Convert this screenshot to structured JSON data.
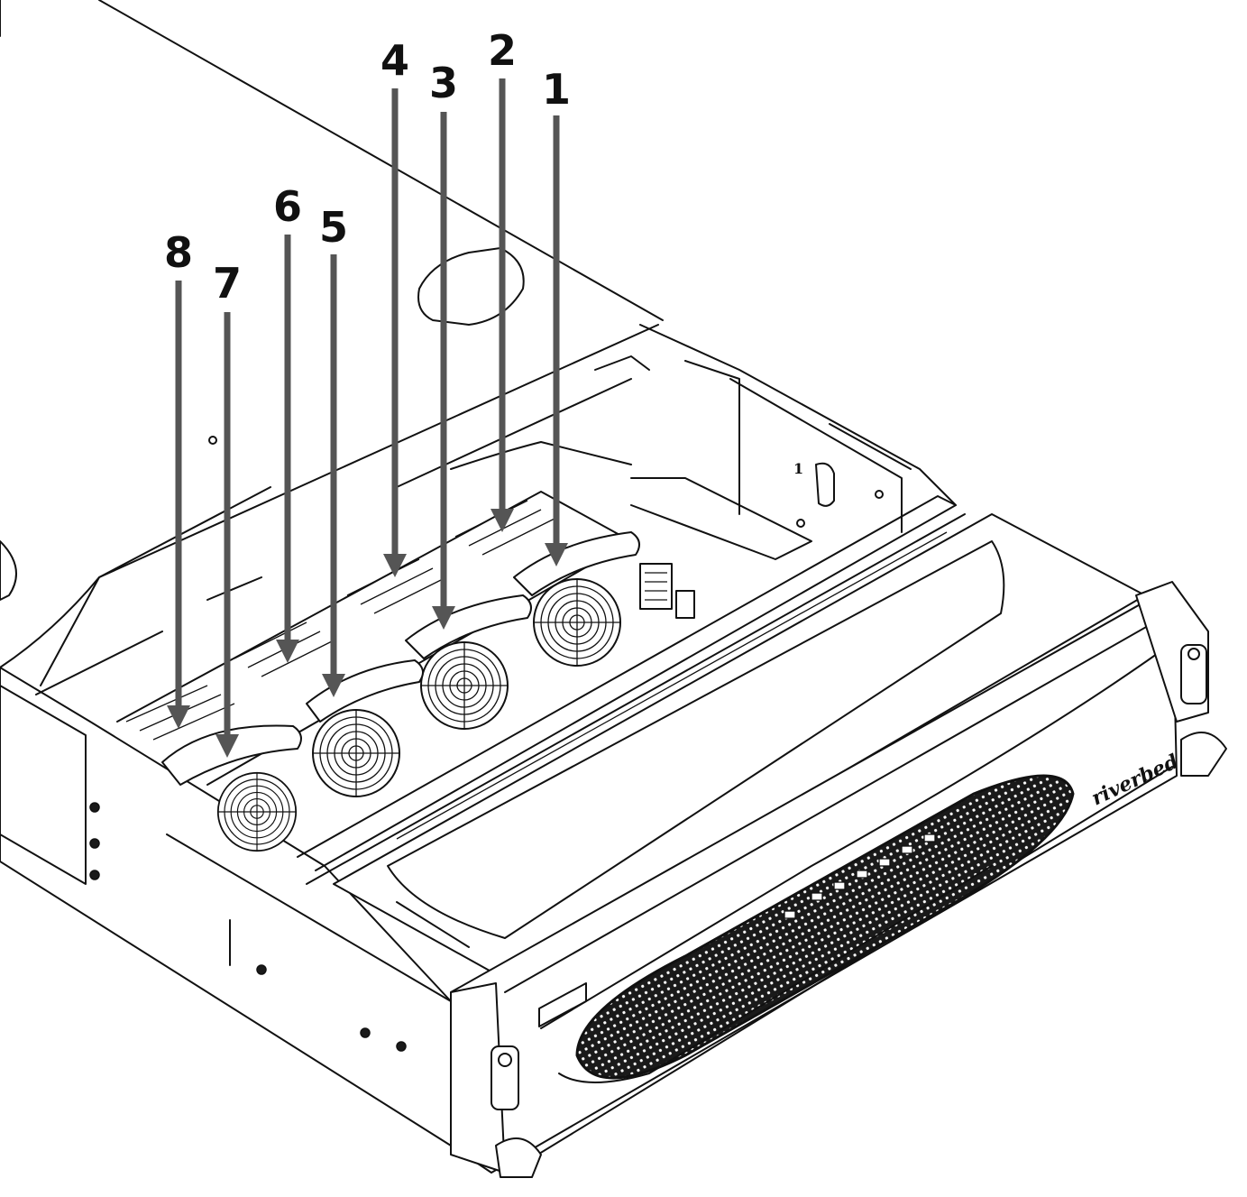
{
  "figure": {
    "brand_label": "riverbed",
    "callouts": [
      {
        "label": "1"
      },
      {
        "label": "2"
      },
      {
        "label": "3"
      },
      {
        "label": "4"
      },
      {
        "label": "5"
      },
      {
        "label": "6"
      },
      {
        "label": "7"
      },
      {
        "label": "8"
      }
    ],
    "colors": {
      "line": "#111111",
      "arrow": "#555555",
      "background": "#ffffff"
    }
  }
}
